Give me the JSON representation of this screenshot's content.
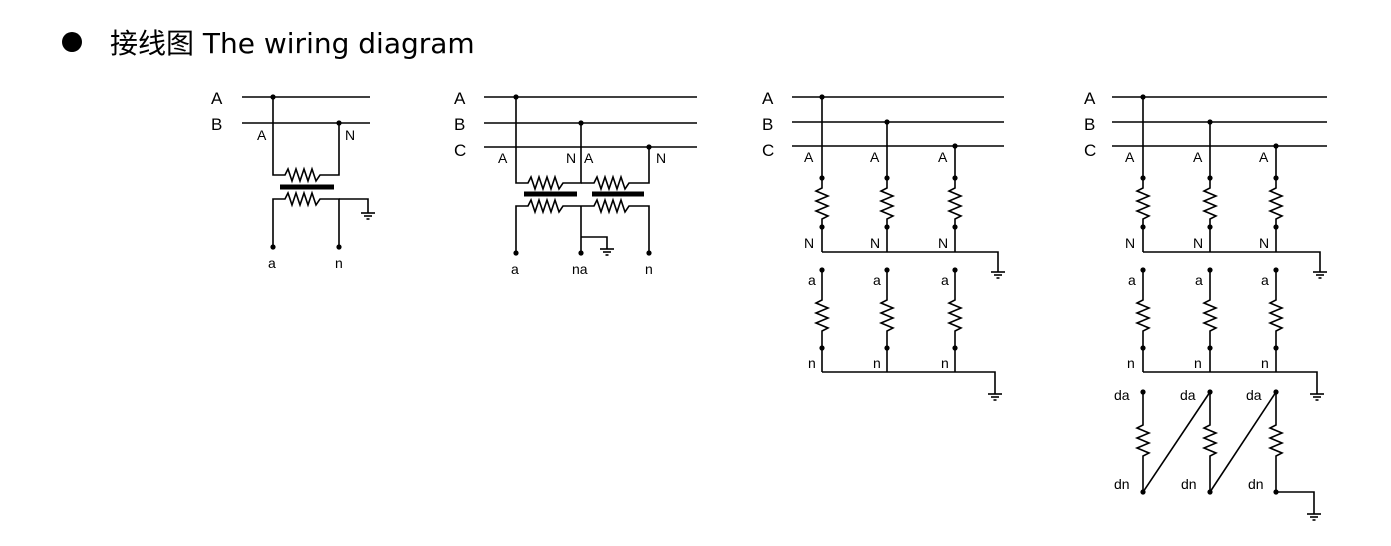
{
  "heading": {
    "bullet_icon": "filled-circle-icon",
    "title": "接线图 The wiring diagram"
  },
  "diagrams": [
    {
      "id": "d1",
      "phase_labels": [
        "A",
        "B"
      ],
      "terminal_labels": [
        "A",
        "N",
        "a",
        "n"
      ]
    },
    {
      "id": "d2",
      "phase_labels": [
        "A",
        "B",
        "C"
      ],
      "terminal_labels": [
        "A",
        "N",
        "A",
        "N",
        "a",
        "na",
        "n"
      ]
    },
    {
      "id": "d3",
      "phase_labels": [
        "A",
        "B",
        "C"
      ],
      "terminal_labels": [
        "A",
        "A",
        "A",
        "N",
        "N",
        "N",
        "a",
        "a",
        "a",
        "n",
        "n",
        "n"
      ]
    },
    {
      "id": "d4",
      "phase_labels": [
        "A",
        "B",
        "C"
      ],
      "terminal_labels": [
        "A",
        "A",
        "A",
        "N",
        "N",
        "N",
        "a",
        "a",
        "a",
        "n",
        "n",
        "n",
        "da",
        "da",
        "da",
        "dn",
        "dn",
        "dn"
      ]
    }
  ]
}
